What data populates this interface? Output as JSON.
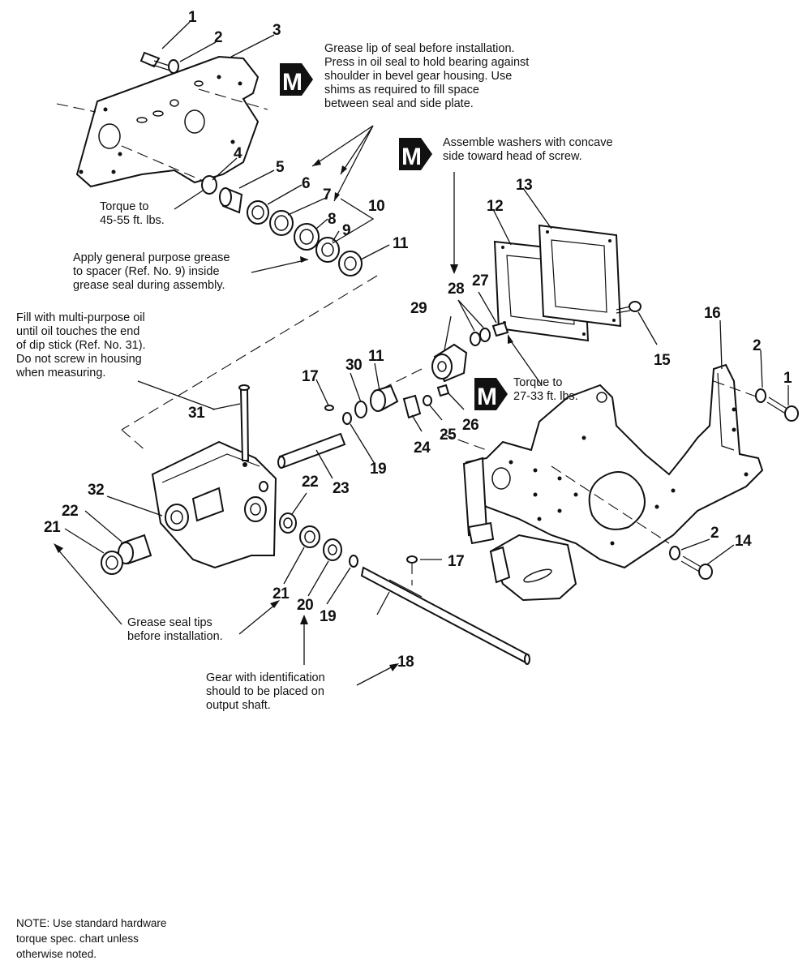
{
  "notes": {
    "seal_grease": "Grease lip of seal before installation.\nPress in oil seal to hold bearing against\nshoulder in bevel gear housing. Use\nshims as required to fill space\nbetween seal and side plate.",
    "washers": "Assemble washers with concave\nside toward head of screw.",
    "torque_45": "Torque to\n45-55 ft. lbs.",
    "spacer_grease": "Apply general purpose grease\nto spacer (Ref. No. 9) inside\ngrease seal during assembly.",
    "fill_oil": "Fill with multi-purpose oil\nuntil oil touches the end\nof dip stick (Ref. No. 31).\nDo not screw in housing\nwhen measuring.",
    "torque_27": "Torque to\n27-33 ft. lbs.",
    "seal_tips": "Grease seal tips\nbefore installation.",
    "gear_id": "Gear with identification\nshould to be placed on\noutput shaft.",
    "footer": "NOTE: Use standard hardware\ntorque spec. chart unless\notherwise noted."
  },
  "badge_letter": "M",
  "callouts": {
    "c1a": "1",
    "c2a": "2",
    "c3": "3",
    "c4": "4",
    "c5": "5",
    "c6": "6",
    "c7": "7",
    "c8": "8",
    "c9": "9",
    "c10": "10",
    "c11a": "11",
    "c12": "12",
    "c13": "13",
    "c15": "15",
    "c16": "16",
    "c2b": "2",
    "c1b": "1",
    "c28": "28",
    "c27": "27",
    "c29": "29",
    "c30": "30",
    "c11b": "11",
    "c17a": "17",
    "c31": "31",
    "c26": "26",
    "c25": "25",
    "c24": "24",
    "c19a": "19",
    "c23": "23",
    "c22a": "22",
    "c32": "32",
    "c22b": "22",
    "c21a": "21",
    "c2c": "2",
    "c14": "14",
    "c17b": "17",
    "c21b": "21",
    "c20": "20",
    "c19b": "19",
    "c18": "18"
  }
}
